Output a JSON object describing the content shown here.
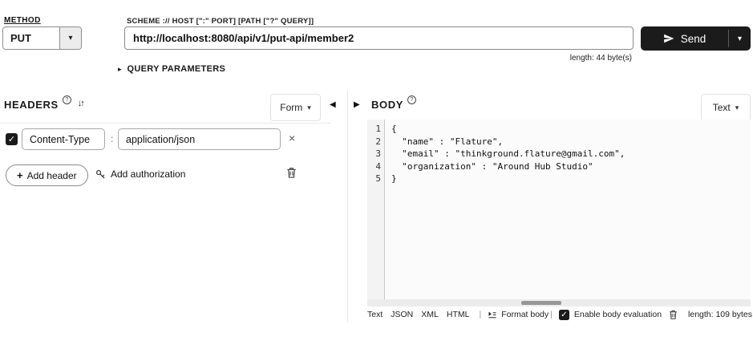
{
  "request_bar": {
    "method_label": "METHOD",
    "method_value": "PUT",
    "url_label": "SCHEME :// HOST [\":\" PORT] [PATH [\"?\" QUERY]]",
    "url_value": "http://localhost:8080/api/v1/put-api/member2",
    "send_label": "Send",
    "url_length": "length: 44 byte(s)",
    "query_params_label": "QUERY PARAMETERS"
  },
  "headers_panel": {
    "title": "HEADERS",
    "view_mode": "Form",
    "rows": [
      {
        "enabled": true,
        "name": "Content-Type",
        "separator": ":",
        "value": "application/json"
      }
    ],
    "add_header_label": "Add header",
    "add_authorization_label": "Add authorization"
  },
  "body_panel": {
    "title": "BODY",
    "view_mode": "Text",
    "lines": [
      {
        "num": "1",
        "code": "{"
      },
      {
        "num": "2",
        "code": "  \"name\" : \"Flature\","
      },
      {
        "num": "3",
        "code": "  \"email\" : \"thinkground.flature@gmail.com\","
      },
      {
        "num": "4",
        "code": "  \"organization\" : \"Around Hub Studio\""
      },
      {
        "num": "5",
        "code": "}"
      }
    ],
    "footer": {
      "links": [
        "Text",
        "JSON",
        "XML",
        "HTML"
      ],
      "separator": "|",
      "format_body_label": "Format body",
      "enable_eval_label": "Enable body evaluation",
      "enable_eval_checked": true,
      "length_info": "length: 109 bytes"
    }
  },
  "icons": {
    "dropdown": "▾",
    "disclosure": "▸",
    "collapse_left": "◀",
    "collapse_right": "▶",
    "help": "?",
    "sort": "↓↑",
    "remove": "×",
    "check": "✓",
    "plus": "+"
  },
  "colors": {
    "accent_dark": "#1b1b1b",
    "input_border": "#8a8a8a",
    "panel_divider": "#e6e6e6",
    "editor_bg": "#fbfbfb"
  }
}
